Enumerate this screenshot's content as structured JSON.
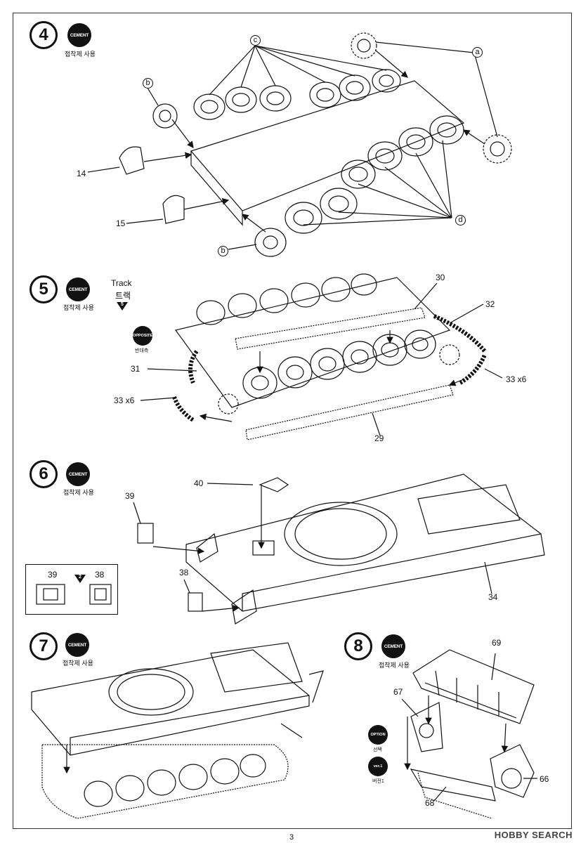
{
  "page": {
    "number": "3",
    "watermark": "HOBBY SEARCH"
  },
  "steps": [
    {
      "num": "4",
      "cement": "CEMENT",
      "cement_sub": "접착제 사용"
    },
    {
      "num": "5",
      "cement": "CEMENT",
      "cement_sub": "접착제 사용"
    },
    {
      "num": "6",
      "cement": "CEMENT",
      "cement_sub": "접착제 사용"
    },
    {
      "num": "7",
      "cement": "CEMENT",
      "cement_sub": "접착제 사용"
    },
    {
      "num": "8",
      "cement": "CEMENT",
      "cement_sub": "접착제 사용"
    }
  ],
  "step4": {
    "labels": {
      "a": "a",
      "b1": "b",
      "b2": "b",
      "c": "c",
      "d": "d",
      "p14": "14",
      "p15": "15"
    }
  },
  "step5": {
    "track_en": "Track",
    "track_ko": "트랙",
    "track_ref": "5",
    "opposite": "OPPOSITE",
    "opposite_sub": "반대측",
    "labels": {
      "p29": "29",
      "p30": "30",
      "p31": "31",
      "p32": "32",
      "p33a": "33 x6",
      "p33b": "33 x6"
    }
  },
  "step6": {
    "labels": {
      "p34": "34",
      "p38": "38",
      "p39": "39",
      "p40": "40"
    },
    "inset": {
      "left": "39",
      "right": "38",
      "ref": "2"
    }
  },
  "step8": {
    "labels": {
      "p66": "66",
      "p67": "67",
      "p68": "68",
      "p69": "69"
    },
    "option": "OPTION",
    "option_sub": "선택",
    "version": "ver.1",
    "version_sub": "버전1"
  }
}
